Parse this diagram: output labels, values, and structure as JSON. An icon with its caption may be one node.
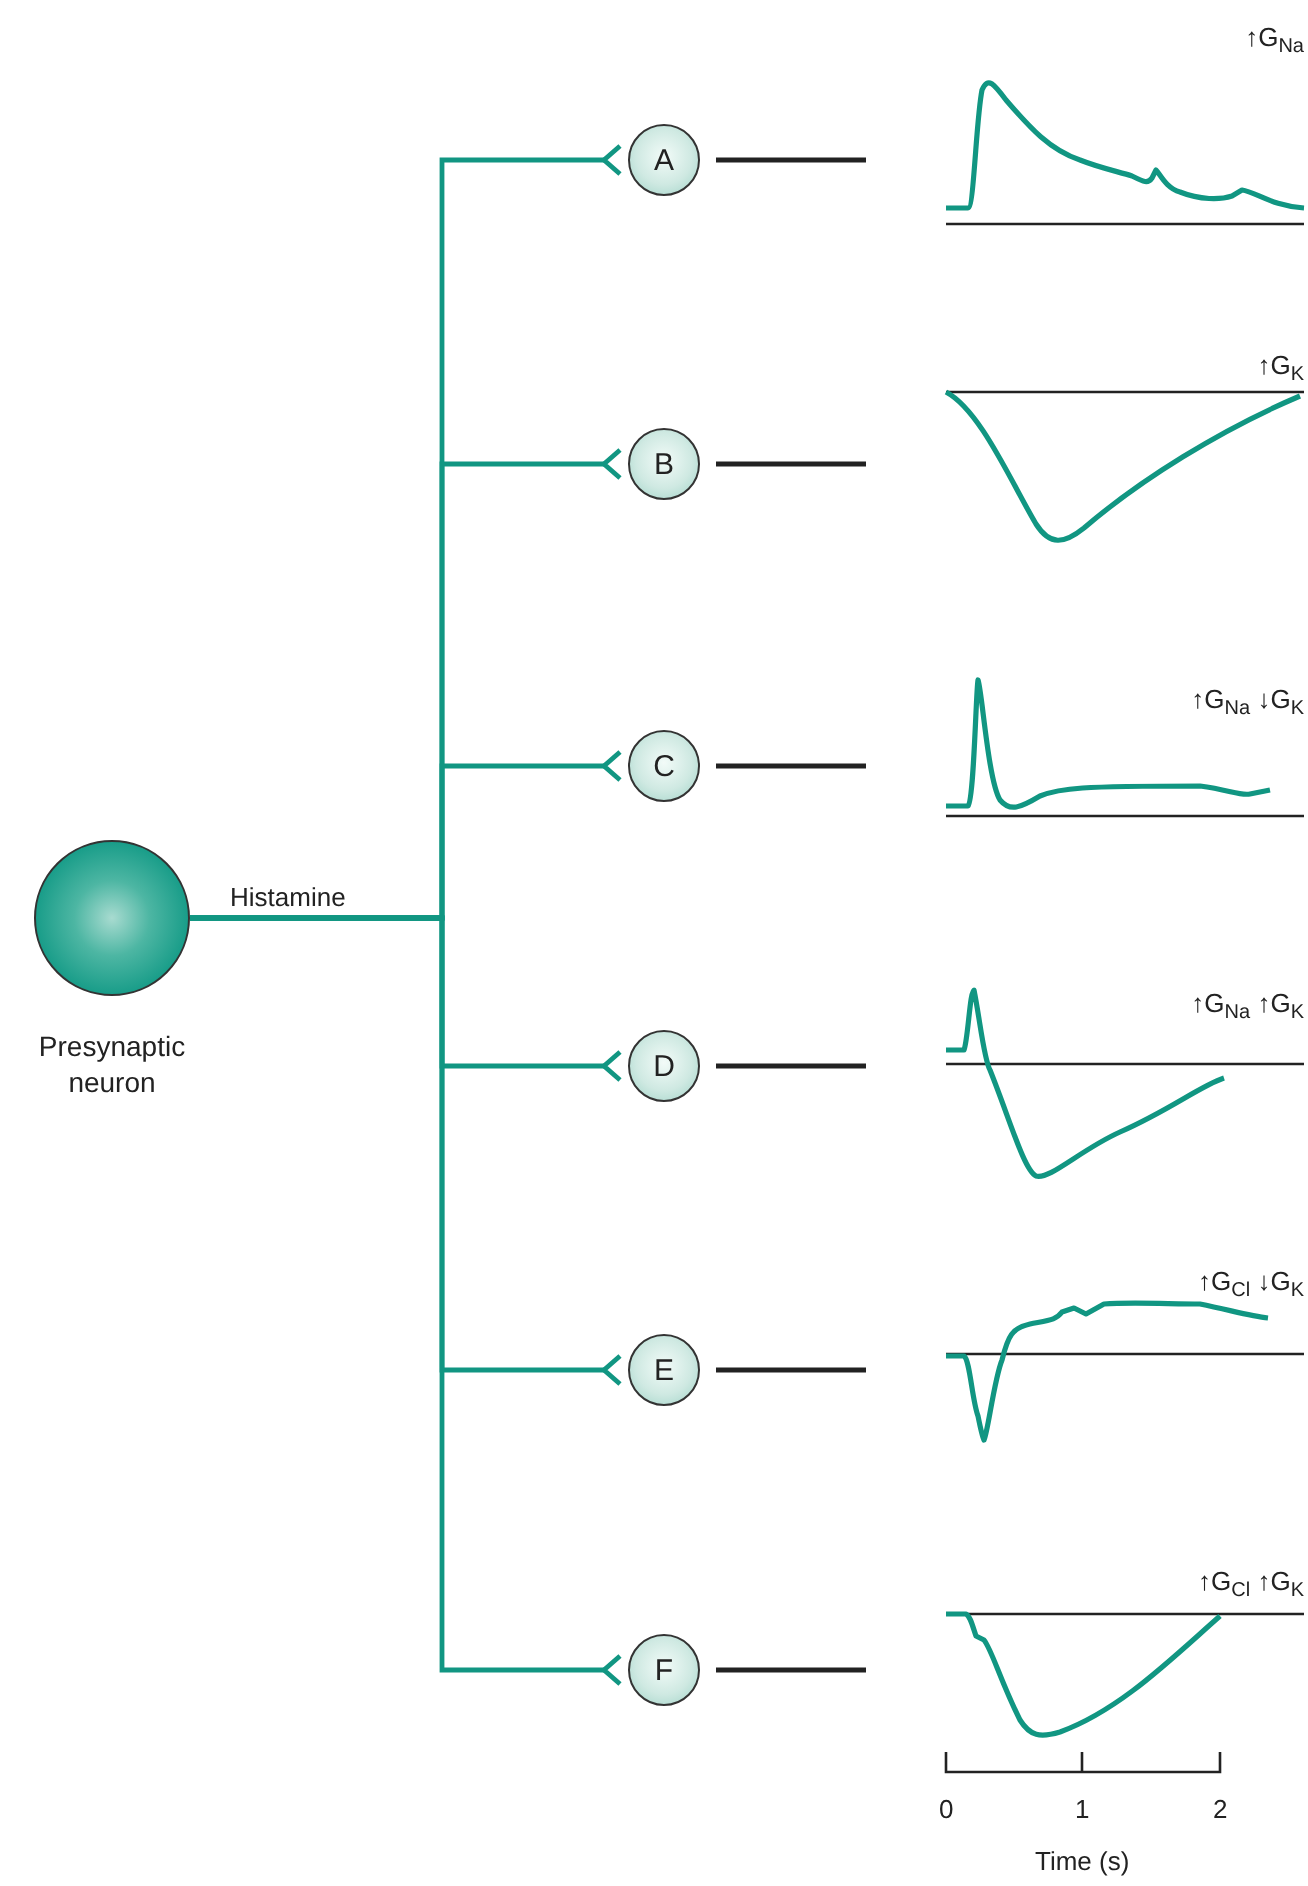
{
  "diagram": {
    "nodes": [
      {
        "text": [],
        "shape": "circle",
        "beside": [
          "Presynaptic neuron"
        ]
      },
      {
        "text": [
          "A"
        ]
      },
      {
        "text": [
          "B"
        ]
      },
      {
        "text": [
          "C"
        ]
      },
      {
        "text": [
          "D"
        ]
      },
      {
        "text": [
          "E"
        ]
      },
      {
        "text": [
          "F"
        ]
      }
    ],
    "edges": [
      {
        "from": 0,
        "to": 1,
        "arrow": "other",
        "color": "#119682"
      },
      {
        "from": 0,
        "to": 2,
        "arrow": "other",
        "color": "#119682"
      },
      {
        "from": 0,
        "to": 3,
        "arrow": "other",
        "color": "#119682"
      },
      {
        "from": 0,
        "to": 4,
        "arrow": "other",
        "color": "#119682"
      },
      {
        "from": 0,
        "to": 5,
        "arrow": "other",
        "color": "#119682"
      },
      {
        "from": 0,
        "to": 6,
        "arrow": "other",
        "color": "#119682"
      },
      {
        "from": 1,
        "to": null,
        "arrow": "none",
        "color": "#222222"
      },
      {
        "from": 2,
        "to": null,
        "arrow": "none",
        "color": "#222222"
      },
      {
        "from": 3,
        "to": null,
        "arrow": "none",
        "color": "#222222"
      },
      {
        "from": 4,
        "to": null,
        "arrow": "none",
        "color": "#222222"
      },
      {
        "from": 5,
        "to": null,
        "arrow": "none",
        "color": "#222222"
      },
      {
        "from": 6,
        "to": null,
        "arrow": "none",
        "color": "#222222"
      }
    ],
    "labels": [
      "↑G$_{Na}$",
      "↑G$_{K}$",
      "↑G$_{Na}$ ↓G$_{K}$",
      "Histamine",
      "↑G$_{Na}$ ↑G$_{K}$",
      "↑G$_{Cl}$ ↓G$_{K}$",
      "↑G$_{Cl}$ ↑G$_{K}$",
      "0",
      "1",
      "2",
      "Time (s)"
    ]
  }
}
